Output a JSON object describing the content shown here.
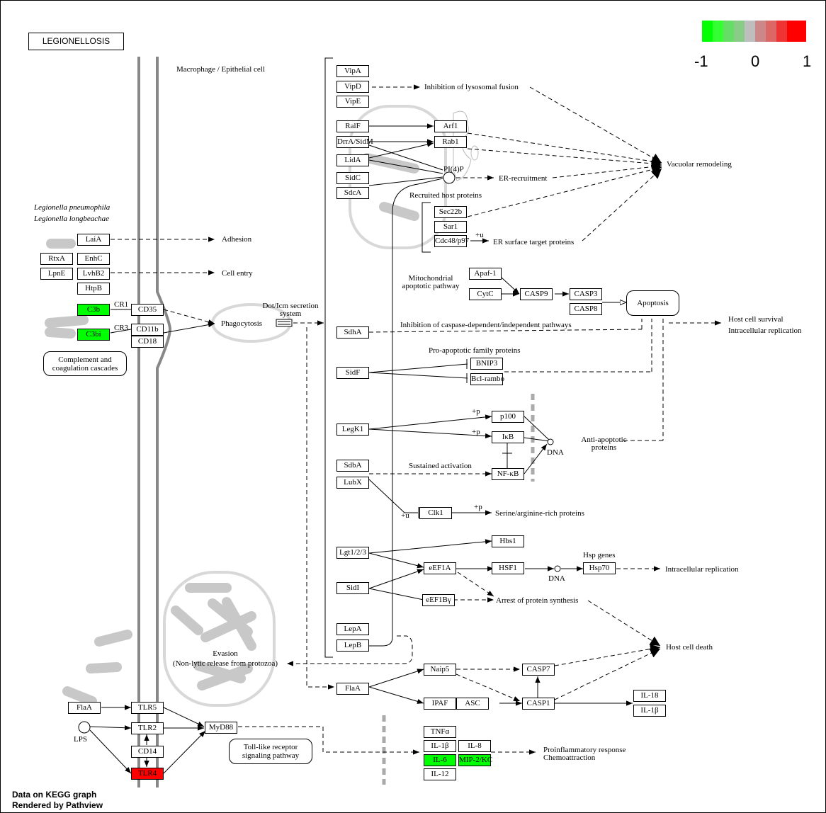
{
  "title": "LEGIONELLOSIS",
  "legend": {
    "colors": [
      "#00ff00",
      "#33ff33",
      "#66dd66",
      "#88cc88",
      "#bebebe",
      "#cc8888",
      "#dd6666",
      "#ee3333",
      "#ff0000"
    ],
    "ticks": [
      "-1",
      "0",
      "1"
    ]
  },
  "footer": {
    "line1": "Data on KEGG graph",
    "line2": "Rendered by Pathview"
  },
  "labels": {
    "macrophage": "Macrophage / Epithelial cell",
    "lp1": "Legionella pneumophila",
    "lp2": "Legionella longbeachae",
    "adhesion": "Adhesion",
    "cell_entry": "Cell entry",
    "cr1": "CR1",
    "cr3": "CR3",
    "phagocytosis": "Phagocytosis",
    "dot_icm": "Dot/Icm secretion",
    "system": "system",
    "inhib_lys": "Inhibition of lysosomal fusion",
    "vacuolar": "Vacuolar remodeling",
    "pi4p": "PI(4)P",
    "er_recruit": "ER-recruitment",
    "recruited": "Recruited host proteins",
    "plus_u1": "+u",
    "er_surface": "ER surface target proteins",
    "mito1": "Mitochondrial",
    "mito2": "apoptotic pathway",
    "inhib_caspase": "Inhibition of caspase-dependent/independent pathways",
    "host_surv1": "Host cell survival",
    "host_surv2": "Intracellular replication",
    "pro_apop": "Pro-apoptotic family proteins",
    "plus_p1": "+p",
    "plus_p2": "+p",
    "dna1": "DNA",
    "anti_apop1": "Anti-apoptotic",
    "anti_apop2": "proteins",
    "sustained": "Sustained activation",
    "plus_u2": "+u",
    "plus_p3": "+p",
    "serine": "Serine/arginine-rich proteins",
    "hsp_genes": "Hsp genes",
    "dna2": "DNA",
    "intra_rep": "Intracellular replication",
    "arrest": "Arrest of protein synthesis",
    "host_death": "Host cell death",
    "evasion1": "Evasion",
    "evasion2": "(Non-lytic release from protozoa)",
    "lps": "LPS",
    "proinflam1": "Proinflammatory response",
    "proinflam2": "Chemoattraction"
  },
  "rounded": {
    "complement": "Complement and coagulation cascades",
    "apoptosis": "Apoptosis",
    "tlr": "Toll-like receptor signaling pathway"
  },
  "genes": {
    "laia": "LaiA",
    "rtxa": "RtxA",
    "enhc": "EnhC",
    "lpne": "LpnE",
    "lvhb2": "LvhB2",
    "htpb": "HtpB",
    "c3b": "C3b",
    "cd35": "CD35",
    "c3bi": "C3bi",
    "cd11b": "CD11b",
    "cd18": "CD18",
    "vipa": "VipA",
    "vipd": "VipD",
    "vipe": "VipE",
    "ralf": "RalF",
    "drra": "DrrA/SidM",
    "lida": "LidA",
    "sidc": "SidC",
    "sdca": "SdcA",
    "arf1": "Arf1",
    "rab1": "Rab1",
    "sec22b": "Sec22b",
    "sar1": "Sar1",
    "cdc48": "Cdc48/p97",
    "apaf1": "Apaf-1",
    "cytc": "CytC",
    "casp9": "CASP9",
    "casp3": "CASP3",
    "casp8": "CASP8",
    "sdha": "SdhA",
    "sidf": "SidF",
    "bnip3": "BNIP3",
    "bclrambo": "Bcl-rambo",
    "legk1": "LegK1",
    "p100": "p100",
    "ikb": "IκB",
    "sdba": "SdbA",
    "nfkb": "NF-κB",
    "lubx": "LubX",
    "clk1": "Clk1",
    "lgt": "Lgt1/2/3",
    "hbs1": "Hbs1",
    "eef1a": "eEF1A",
    "hsf1": "HSF1",
    "hsp70": "Hsp70",
    "sidi": "SidI",
    "eef1bg": "eEF1Bγ",
    "lepa": "LepA",
    "lepb": "LepB",
    "flaa2": "FlaA",
    "naip5": "Naip5",
    "casp7": "CASP7",
    "ipaf": "IPAF",
    "asc": "ASC",
    "casp1": "CASP1",
    "il18": "IL-18",
    "il1b2": "IL-1β",
    "flaa1": "FlaA",
    "tlr5": "TLR5",
    "tlr2": "TLR2",
    "myd88": "MyD88",
    "cd14": "CD14",
    "tlr4": "TLR4",
    "tnfa": "TNFα",
    "il1b": "IL-1β",
    "il8": "IL-8",
    "il6": "IL-6",
    "mip2": "MIP-2/KC",
    "il12": "IL-12"
  }
}
